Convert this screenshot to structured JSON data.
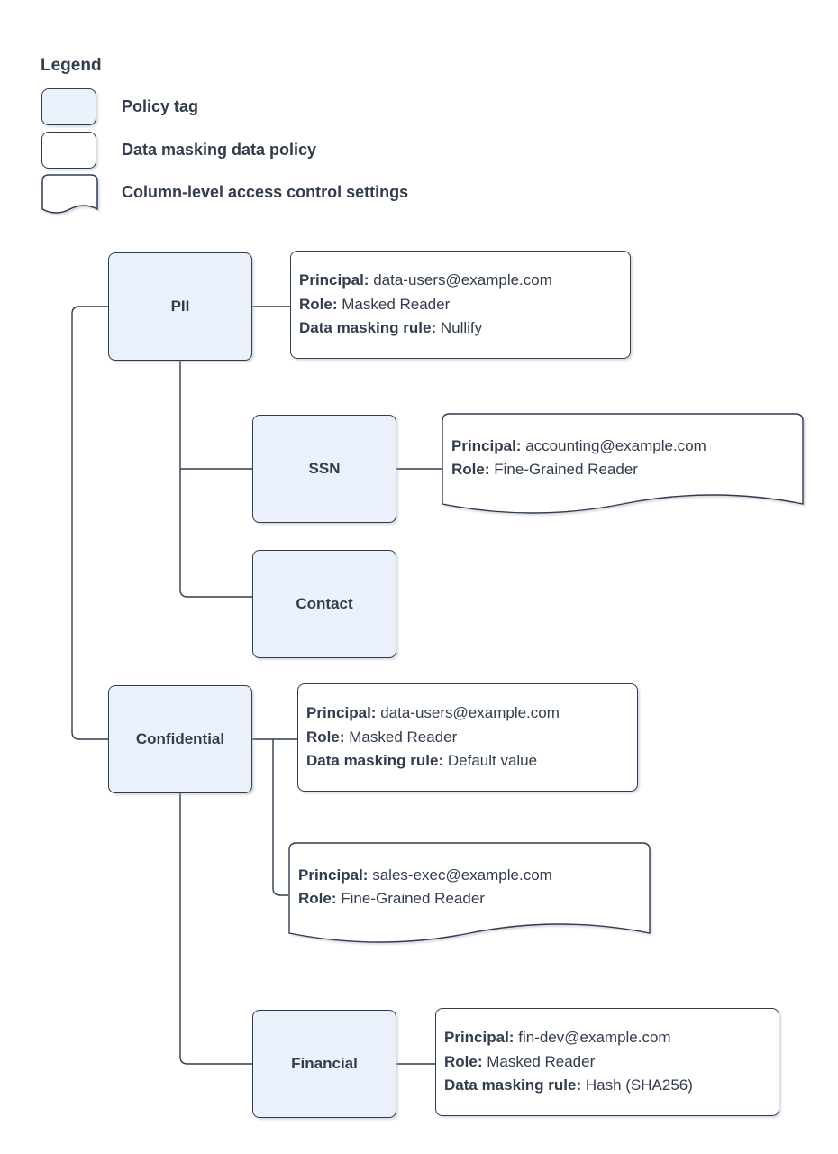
{
  "colors": {
    "shape_fill": "#ebf1fb",
    "shape_stroke": "#2f3b4e",
    "text": "#313c4d",
    "background": "#ffffff"
  },
  "legend": {
    "title": "Legend",
    "items": [
      {
        "swatch": "policy-tag-swatch",
        "label": "Policy tag"
      },
      {
        "swatch": "data-masking-policy-swatch",
        "label": "Data masking data policy"
      },
      {
        "swatch": "column-access-document-swatch",
        "label": "Column-level access control settings"
      }
    ]
  },
  "nodes": {
    "pii": {
      "label": "PII"
    },
    "ssn": {
      "label": "SSN"
    },
    "contact": {
      "label": "Contact"
    },
    "confidential": {
      "label": "Confidential"
    },
    "financial": {
      "label": "Financial"
    }
  },
  "policies": {
    "pii_masking": {
      "rows": [
        {
          "label": "Principal:",
          "value": "data-users@example.com"
        },
        {
          "label": "Role:",
          "value": "Masked Reader"
        },
        {
          "label": "Data masking rule:",
          "value": "Nullify"
        }
      ]
    },
    "ssn_access": {
      "rows": [
        {
          "label": "Principal:",
          "value": "accounting@example.com"
        },
        {
          "label": "Role:",
          "value": "Fine-Grained Reader"
        }
      ]
    },
    "confidential_masking": {
      "rows": [
        {
          "label": "Principal:",
          "value": "data-users@example.com"
        },
        {
          "label": "Role:",
          "value": "Masked Reader"
        },
        {
          "label": "Data masking rule:",
          "value": "Default value"
        }
      ]
    },
    "confidential_access": {
      "rows": [
        {
          "label": "Principal:",
          "value": "sales-exec@example.com"
        },
        {
          "label": "Role:",
          "value": "Fine-Grained Reader"
        }
      ]
    },
    "financial_masking": {
      "rows": [
        {
          "label": "Principal:",
          "value": "fin-dev@example.com"
        },
        {
          "label": "Role:",
          "value": "Masked Reader"
        },
        {
          "label": "Data masking rule:",
          "value": "Hash (SHA256)"
        }
      ]
    }
  }
}
